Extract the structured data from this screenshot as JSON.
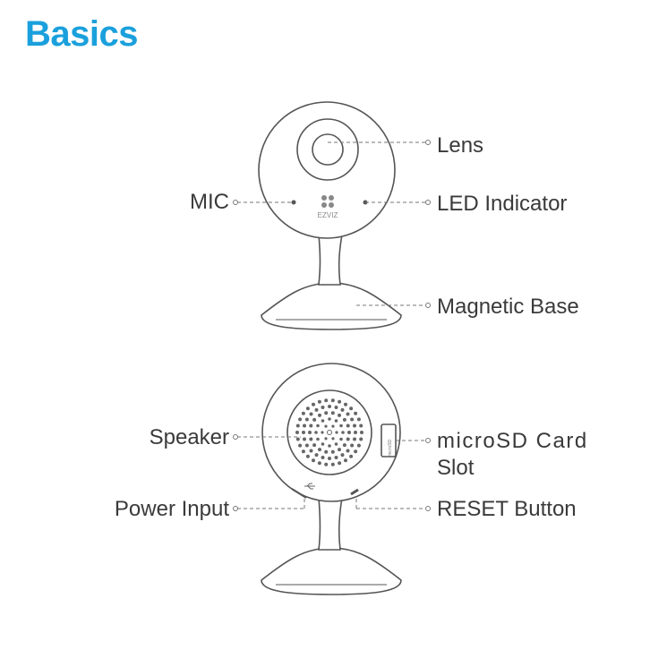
{
  "title": "Basics",
  "front_view": {
    "labels": {
      "lens": "Lens",
      "mic": "MIC",
      "led": "LED Indicator",
      "base": "Magnetic Base"
    },
    "brand_mark": "EZVIZ"
  },
  "back_view": {
    "labels": {
      "speaker": "Speaker",
      "microsd_line1": "microSD Card",
      "microsd_line2": "Slot",
      "power": "Power Input",
      "reset": "RESET Button"
    },
    "slot_mark": "microSD"
  },
  "colors": {
    "title": "#1aa0dc",
    "label_text": "#3a3a3a",
    "line": "#555555",
    "leader": "#777777"
  }
}
